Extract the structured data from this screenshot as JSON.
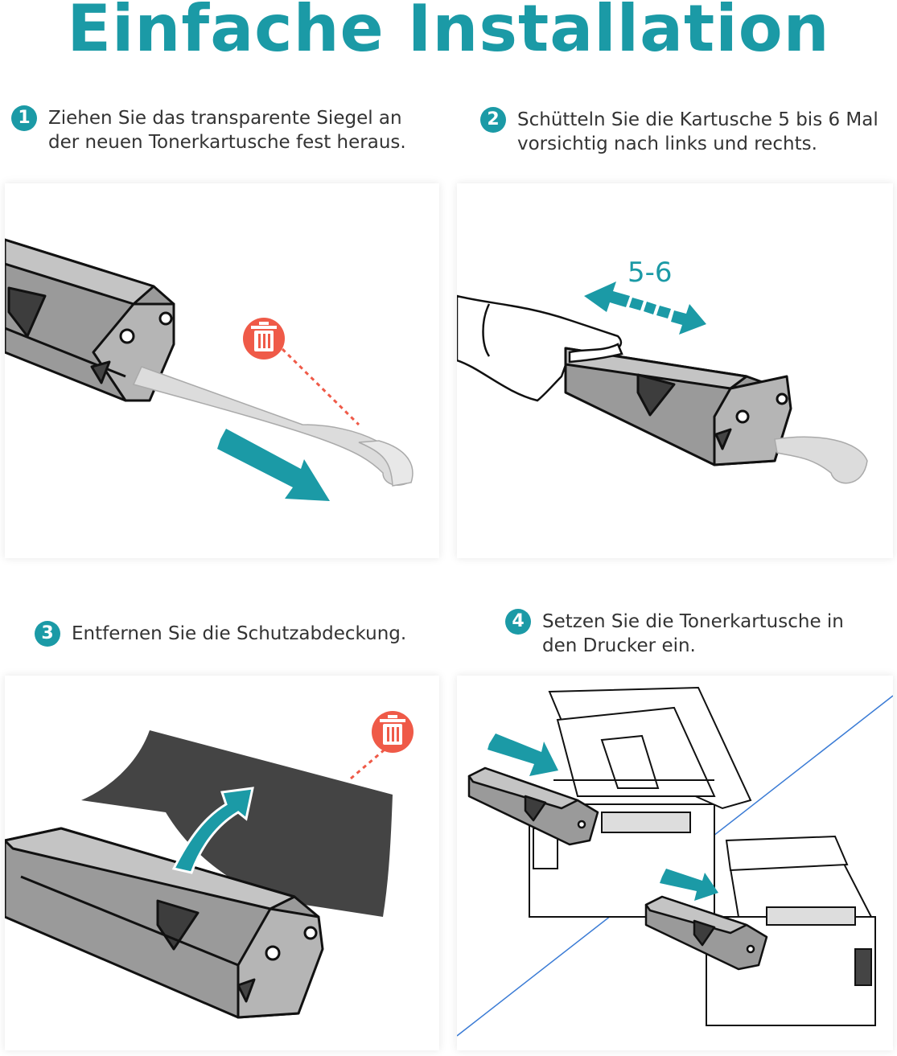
{
  "page": {
    "title": "Einfache Installation",
    "accent_color": "#1b9aa6",
    "warning_color": "#ef5a48"
  },
  "steps": [
    {
      "number": "1",
      "text": "Ziehen Sie das transparente Siegel an\nder neuen Tonerkartusche fest heraus.",
      "icon": "trash-icon"
    },
    {
      "number": "2",
      "text": "Schütteln Sie die Kartusche 5 bis 6 Mal\nvorsichtig nach links und rechts.",
      "shake_count": "5-6"
    },
    {
      "number": "3",
      "text": "Entfernen Sie die Schutzabdeckung.",
      "icon": "trash-icon"
    },
    {
      "number": "4",
      "text": "Setzen Sie die Tonerkartusche in\nden Drucker ein."
    }
  ]
}
